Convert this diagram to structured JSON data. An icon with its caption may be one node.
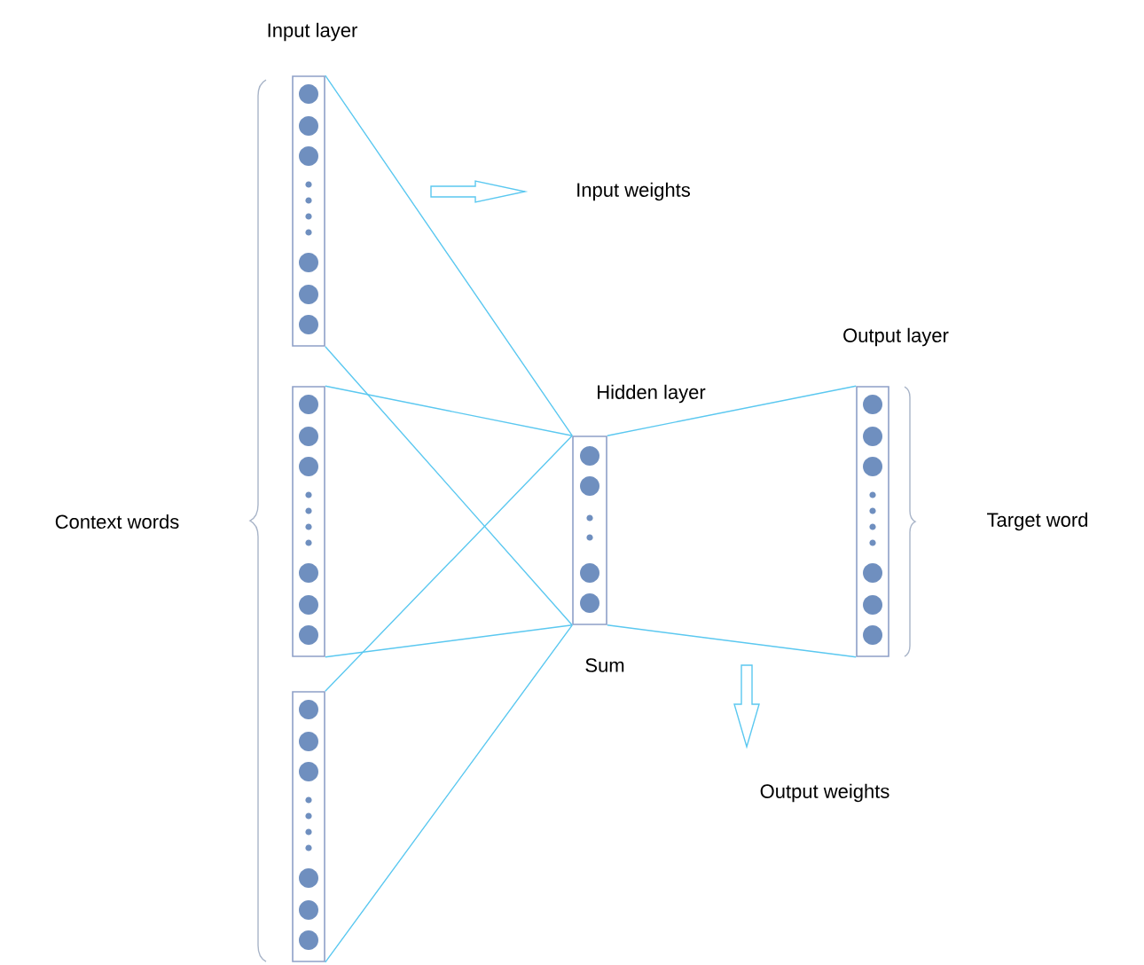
{
  "diagram": {
    "nodes": [
      {
        "text": [
          "Input layer"
        ]
      },
      {
        "text": [],
        "shape": "box"
      },
      {
        "text": [],
        "shape": "box"
      },
      {
        "text": [
          "Hidden layer"
        ],
        "beside": [
          "Sum"
        ]
      },
      {
        "text": [
          "Output layer"
        ]
      }
    ],
    "edges": [
      {
        "from": 0,
        "to": 3,
        "arrow": "none"
      },
      {
        "from": 1,
        "to": 3,
        "arrow": "none"
      },
      {
        "from": 2,
        "to": 3,
        "arrow": "none"
      },
      {
        "from": 3,
        "to": 4,
        "arrow": "none"
      }
    ],
    "labels": [
      "Input weights",
      "Context words",
      "Target word",
      "Output weights"
    ]
  }
}
